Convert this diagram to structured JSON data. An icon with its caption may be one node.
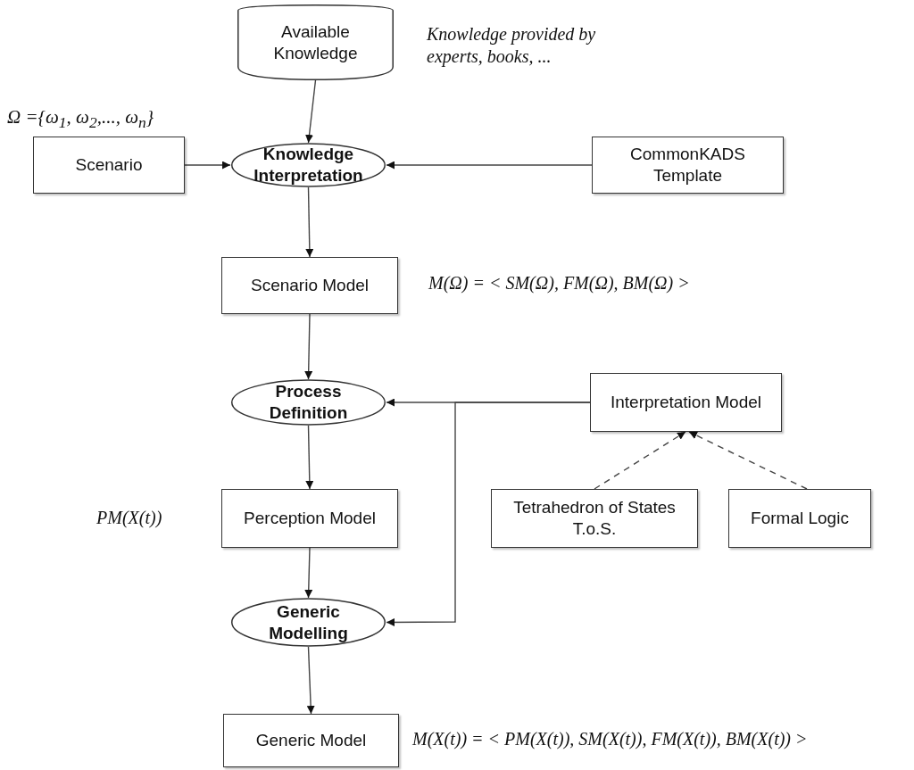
{
  "diagram": {
    "nodes": [
      {
        "text": [
          "Available Knowledge"
        ],
        "beside": [
          "Knowledge provided by experts, books, ..."
        ]
      },
      {
        "text": [
          "Scenario"
        ],
        "beside": [
          "Ω ={ω$_{1}$, ω$_{2}$,..., ω$_{n}$}"
        ]
      },
      {
        "text": [
          "Knowledge Interpretation"
        ]
      },
      {
        "text": [
          "CommonKADS Template"
        ]
      },
      {
        "text": [
          "Scenario Model"
        ],
        "beside": [
          "M(Ω) = < SM(Ω), FM(Ω), BM(Ω) >"
        ]
      },
      {
        "text": [
          "Process Definition"
        ]
      },
      {
        "text": [
          "Interpretation Model"
        ]
      },
      {
        "text": [
          "Perception Model"
        ],
        "beside": [
          "PM(X(t))"
        ]
      },
      {
        "text": [
          "Tetrahedron of States T.o.S."
        ]
      },
      {
        "text": [
          "Formal Logic"
        ]
      },
      {
        "text": [
          "Generic Modelling"
        ]
      },
      {
        "text": [
          "Generic Model"
        ],
        "beside": [
          "M(X(t)) = < PM(X(t)), SM(X(t)), FM(X(t)), BM(X(t)) >"
        ]
      }
    ],
    "edges": [
      {
        "from": 0,
        "to": 2,
        "arrow": "to"
      },
      {
        "from": 1,
        "to": 2,
        "arrow": "to"
      },
      {
        "from": 3,
        "to": 2,
        "arrow": "to"
      },
      {
        "from": 2,
        "to": 4,
        "arrow": "to"
      },
      {
        "from": 4,
        "to": 5,
        "arrow": "to"
      },
      {
        "from": 6,
        "to": 5,
        "arrow": "to"
      },
      {
        "from": 6,
        "to": 10,
        "arrow": "to"
      },
      {
        "from": 5,
        "to": 7,
        "arrow": "to"
      },
      {
        "from": 7,
        "to": 10,
        "arrow": "to"
      },
      {
        "from": 10,
        "to": 11,
        "arrow": "to"
      },
      {
        "from": 8,
        "to": 6,
        "arrow": "to",
        "style": "dashed"
      },
      {
        "from": 9,
        "to": 6,
        "arrow": "to",
        "style": "dashed"
      }
    ]
  }
}
